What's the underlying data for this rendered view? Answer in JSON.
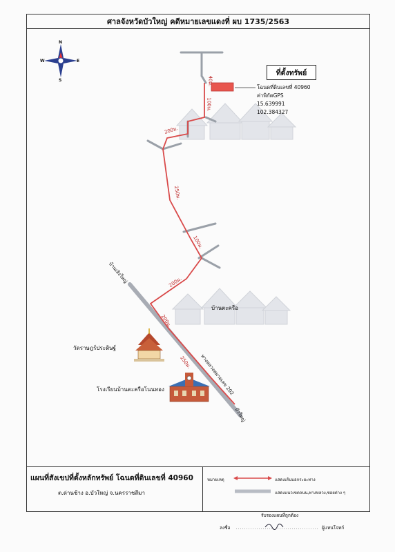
{
  "header": {
    "title": "ศาลจังหวัดบัวใหญ่ คดีหมายเลขแดงที่ ผบ 1735/2563"
  },
  "compass": {
    "north": "N",
    "south": "S",
    "east": "E",
    "west": "W"
  },
  "property": {
    "heading": "ที่ตั้งทรัพย์",
    "deed_label": "โฉนดที่ดินเลขที่ 40960",
    "gps_label": "ค่าพิกัดGPS",
    "lat": "15.639991",
    "lon": "102.384327",
    "marker_color": "#e8564e"
  },
  "route": {
    "color": "#d94a4a",
    "distances": {
      "d40": "40ม.",
      "d100a": "100ม.",
      "d200a": "200ม.",
      "d250": "250ม.",
      "d100b": "100ม.",
      "d200b": "200ม.",
      "d200c": "200ม.",
      "d250b": "250ม."
    }
  },
  "places": {
    "village_top": "บ้านเสิงใหญ่",
    "village_mid": "บ้านตะครือ",
    "temple": "วัดราษฎร์ประดิษฐ์",
    "school": "โรงเรียนบ้านตะครือโนนทอง",
    "highway": "ทางหลวงหมายเลข 202",
    "road_end": "บัวใหญ่"
  },
  "footer": {
    "title": "แผนที่สังเขปที่ตั้งหลักทรัพย์ โฉนดที่ดินเลขที่ 40960",
    "district": "ต.ด่านช้าง อ.บัวใหญ่ จ.นครราชสีมา"
  },
  "legend": {
    "label": "หมายเหตุ",
    "item_route": "แสดงเส้นบอกระยะทาง",
    "item_road": "แสดงแนวเขตถนน,ทางหลวง,ซอยต่าง ๆ",
    "road_color": "#b8bcc4"
  },
  "signature": {
    "certify": "รับรองแผนที่ถูกต้อง",
    "sign_label": "ลงชื่อ",
    "role": "ผู้แทนโจทก์"
  }
}
